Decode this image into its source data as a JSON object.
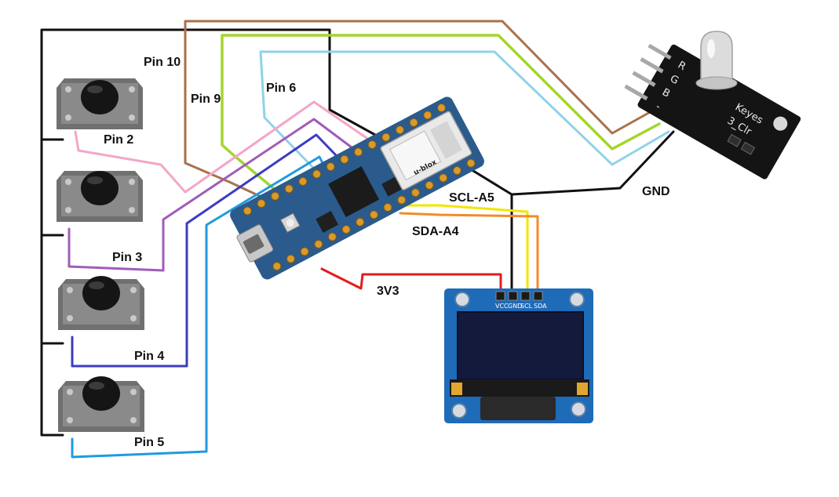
{
  "labels": {
    "pin10": "Pin 10",
    "pin9": "Pin 9",
    "pin6": "Pin 6",
    "pin2": "Pin 2",
    "pin3": "Pin 3",
    "pin4": "Pin 4",
    "pin5": "Pin 5",
    "gnd": "GND",
    "scl": "SCL-A5",
    "sda": "SDA-A4",
    "v33": "3V3"
  },
  "oled_pins": {
    "vcc": "VCC",
    "gnd": "GND",
    "scl": "SCL",
    "sda": "SDA"
  },
  "wifi_module": {
    "brand": "u-blox"
  },
  "rgb_module": {
    "line1": "Keyes",
    "line2": "3_Clr",
    "pin_r": "R",
    "pin_g": "G",
    "pin_b": "B",
    "pin_gnd": "-"
  },
  "colors": {
    "gnd_wire": "#111111",
    "pin10_wire": "#a9714b",
    "pin9_wire": "#a4d52b",
    "pin6_wire": "#8fd3e8",
    "pin2_wire": "#f3a6c8",
    "pin3_wire": "#a05cb8",
    "pin4_wire": "#3c3cc0",
    "pin5_wire": "#1f9be0",
    "scl_wire": "#f2e600",
    "sda_wire": "#f28b2b",
    "v33_wire": "#e31c1c",
    "board": "#2a5b8c",
    "oled_pcb": "#1e6bb8",
    "oled_screen": "#141a3c"
  }
}
